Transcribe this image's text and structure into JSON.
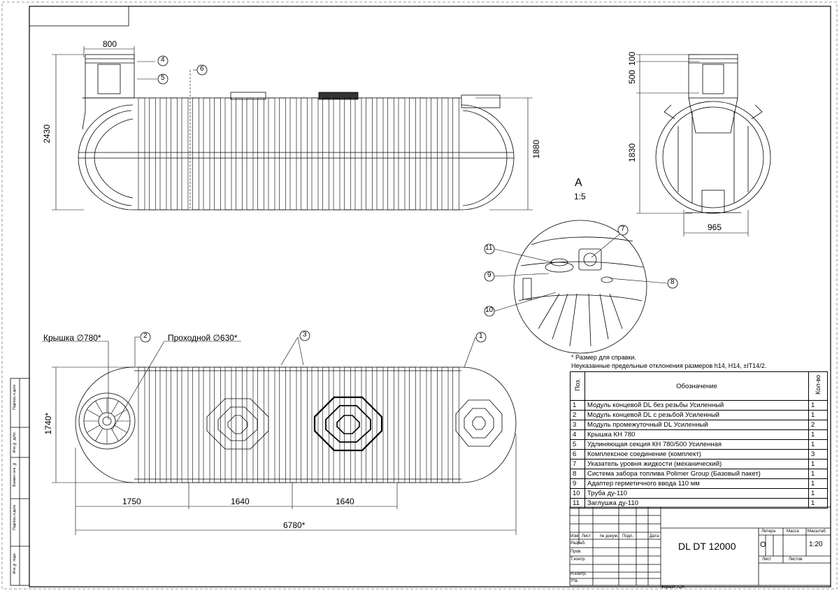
{
  "drawing": {
    "title": "DL DT 12000",
    "scale": "1:20",
    "litera": "О",
    "format": "Формат А2h",
    "notes": [
      "* Размер для справки.",
      "Неуказанные предельные отклонения размеров h14, H14, ±IT14/2."
    ],
    "view_a_letter": "А",
    "view_a_scale": "1:5"
  },
  "dimensions": {
    "top_width": "800",
    "total_height": "2430",
    "body_height": "1880",
    "side_100": "100",
    "side_500": "500",
    "side_1830": "1830",
    "side_width": "965",
    "plan_1750": "1750",
    "plan_1640a": "1640",
    "plan_1640b": "1640",
    "plan_total": "6780*",
    "plan_width": "1740*"
  },
  "callouts": {
    "lid_label": "Крышка ∅780*",
    "passage_label": "Проходной ∅630*",
    "numbers": [
      "1",
      "2",
      "3",
      "4",
      "5",
      "6",
      "7",
      "8",
      "9",
      "10",
      "11"
    ]
  },
  "spec": {
    "col_pos": "Поз.",
    "col_name": "Обозначение",
    "col_qty": "Кол-во",
    "rows": [
      {
        "pos": "1",
        "name": "Модуль концевой DL без резьбы Усиленный",
        "qty": "1"
      },
      {
        "pos": "2",
        "name": "Модуль концевой DL с резьбой Усиленный",
        "qty": "1"
      },
      {
        "pos": "3",
        "name": "Модуль промежуточный DL Усиленный",
        "qty": "2"
      },
      {
        "pos": "4",
        "name": "Крышка КН 780",
        "qty": "1"
      },
      {
        "pos": "5",
        "name": "Удлиняющая секция КН 780/500 Усиленная",
        "qty": "1"
      },
      {
        "pos": "6",
        "name": "Комплексное соединение (комплект)",
        "qty": "3"
      },
      {
        "pos": "7",
        "name": "Указатель уровня жидкости (механический)",
        "qty": "1"
      },
      {
        "pos": "8",
        "name": "Система забора топлива Polimer Group (Базовый пакет)",
        "qty": "1"
      },
      {
        "pos": "9",
        "name": "Адаптер герметичного ввода 110 мм",
        "qty": "1"
      },
      {
        "pos": "10",
        "name": "Труба ду-110",
        "qty": "1"
      },
      {
        "pos": "11",
        "name": "Заглушка ду-110",
        "qty": "1"
      }
    ]
  },
  "title_block": {
    "cols": [
      "Изм.",
      "Лист",
      "№ докум.",
      "Подп.",
      "Дата"
    ],
    "rows": [
      "Разраб.",
      "Пров.",
      "Т.контр.",
      "Н.контр.",
      "Утв."
    ],
    "litera_label": "Литера",
    "mass_label": "Масса",
    "scale_label": "Масштаб",
    "sheet_label": "Лист",
    "sheets_label": "Листов"
  },
  "side_strip": [
    "Подпись и дата",
    "Инв.№ дубл.",
    "Взамен инв. №",
    "Подпись и дата",
    "Инв.№ подл."
  ]
}
